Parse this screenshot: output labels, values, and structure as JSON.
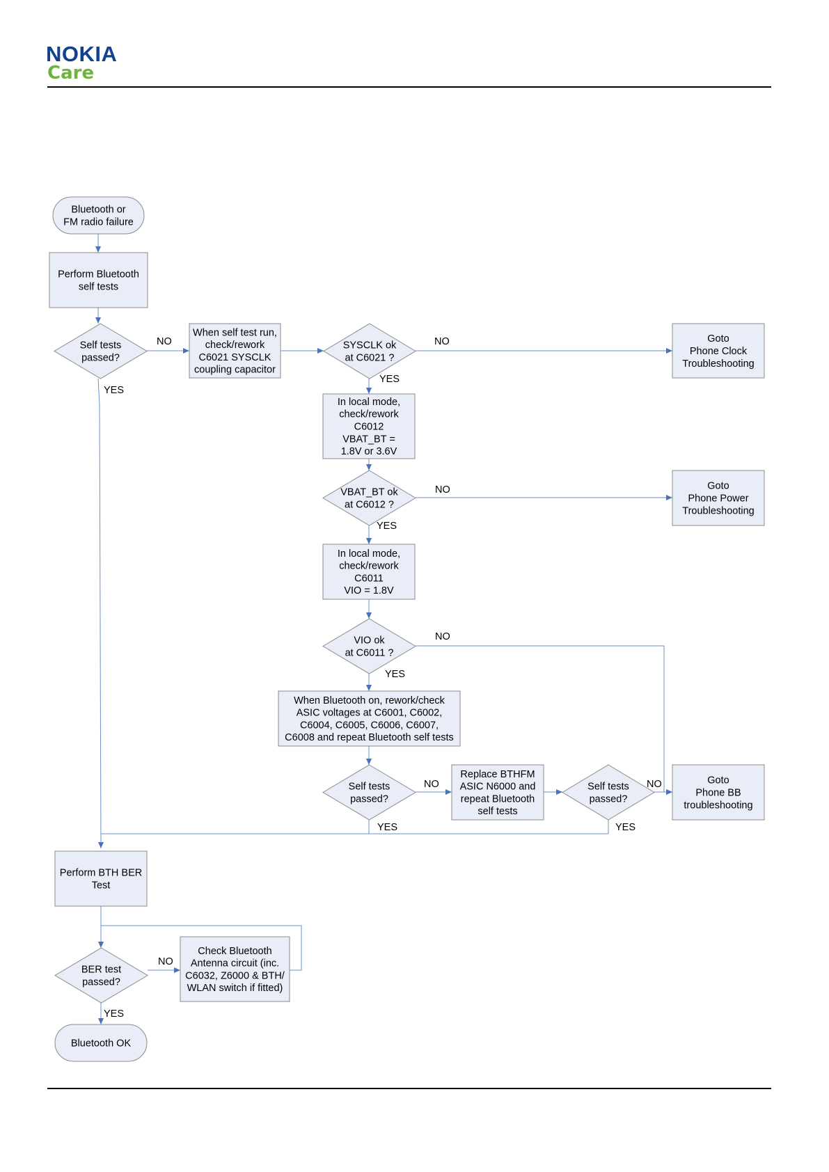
{
  "header": {
    "logo_nokia": "NOKIA",
    "logo_care": "Care"
  },
  "colors": {
    "brand_blue": "#124191",
    "brand_green": "#6cb33f",
    "node_fill": "#e8edf7",
    "connector": "#6d8fc4"
  },
  "flowchart": {
    "nodes": [
      {
        "id": "start",
        "shape": "terminal",
        "lines": [
          "Bluetooth or",
          "FM radio failure"
        ]
      },
      {
        "id": "perform_self_tests",
        "shape": "process",
        "lines": [
          "Perform Bluetooth",
          "self tests"
        ]
      },
      {
        "id": "self_tests_passed_1",
        "shape": "decision",
        "lines": [
          "Self tests",
          "passed?"
        ]
      },
      {
        "id": "check_c6021",
        "shape": "process",
        "lines": [
          "When self test run,",
          "check/rework",
          "C6021 SYSCLK",
          "coupling capacitor"
        ]
      },
      {
        "id": "sysclk_ok",
        "shape": "decision",
        "lines": [
          "SYSCLK ok",
          "at C6021 ?"
        ]
      },
      {
        "id": "goto_clock",
        "shape": "process",
        "lines": [
          "Goto",
          "Phone Clock",
          "Troubleshooting"
        ]
      },
      {
        "id": "check_c6012",
        "shape": "process",
        "lines": [
          "In local mode,",
          "check/rework",
          "C6012",
          "VBAT_BT =",
          "1.8V or 3.6V"
        ]
      },
      {
        "id": "vbat_ok",
        "shape": "decision",
        "lines": [
          "VBAT_BT ok",
          "at C6012 ?"
        ]
      },
      {
        "id": "goto_power",
        "shape": "process",
        "lines": [
          "Goto",
          "Phone Power",
          "Troubleshooting"
        ]
      },
      {
        "id": "check_c6011",
        "shape": "process",
        "lines": [
          "In local mode,",
          "check/rework",
          "C6011",
          "VIO = 1.8V"
        ]
      },
      {
        "id": "vio_ok",
        "shape": "decision",
        "lines": [
          "VIO ok",
          "at C6011 ?"
        ]
      },
      {
        "id": "asic_voltages",
        "shape": "process",
        "lines": [
          "When Bluetooth on, rework/check",
          "ASIC voltages at C6001, C6002,",
          "C6004, C6005, C6006, C6007,",
          "C6008 and repeat Bluetooth self tests"
        ]
      },
      {
        "id": "self_tests_passed_2",
        "shape": "decision",
        "lines": [
          "Self tests",
          "passed?"
        ]
      },
      {
        "id": "replace_asic",
        "shape": "process",
        "lines": [
          "Replace BTHFM",
          "ASIC N6000 and",
          "repeat Bluetooth",
          "self tests"
        ]
      },
      {
        "id": "self_tests_passed_3",
        "shape": "decision",
        "lines": [
          "Self tests",
          "passed?"
        ]
      },
      {
        "id": "goto_bb",
        "shape": "process",
        "lines": [
          "Goto",
          "Phone BB",
          "troubleshooting"
        ]
      },
      {
        "id": "ber_test",
        "shape": "process",
        "lines": [
          "Perform BTH BER",
          "Test"
        ]
      },
      {
        "id": "ber_passed",
        "shape": "decision",
        "lines": [
          "BER test",
          "passed?"
        ]
      },
      {
        "id": "check_antenna",
        "shape": "process",
        "lines": [
          "Check Bluetooth",
          "Antenna circuit (inc.",
          "C6032, Z6000 & BTH/",
          "WLAN switch if fitted)"
        ]
      },
      {
        "id": "bt_ok",
        "shape": "terminal",
        "lines": [
          "Bluetooth OK"
        ]
      }
    ],
    "edges": [
      {
        "from": "start",
        "to": "perform_self_tests",
        "label": ""
      },
      {
        "from": "perform_self_tests",
        "to": "self_tests_passed_1",
        "label": ""
      },
      {
        "from": "self_tests_passed_1",
        "to": "check_c6021",
        "label": "NO"
      },
      {
        "from": "self_tests_passed_1",
        "to": "ber_test",
        "label": "YES"
      },
      {
        "from": "check_c6021",
        "to": "sysclk_ok",
        "label": ""
      },
      {
        "from": "sysclk_ok",
        "to": "goto_clock",
        "label": "NO"
      },
      {
        "from": "sysclk_ok",
        "to": "check_c6012",
        "label": "YES"
      },
      {
        "from": "check_c6012",
        "to": "vbat_ok",
        "label": ""
      },
      {
        "from": "vbat_ok",
        "to": "goto_power",
        "label": "NO"
      },
      {
        "from": "vbat_ok",
        "to": "check_c6011",
        "label": "YES"
      },
      {
        "from": "check_c6011",
        "to": "vio_ok",
        "label": ""
      },
      {
        "from": "vio_ok",
        "to": "goto_bb",
        "label": "NO"
      },
      {
        "from": "vio_ok",
        "to": "asic_voltages",
        "label": "YES"
      },
      {
        "from": "asic_voltages",
        "to": "self_tests_passed_2",
        "label": ""
      },
      {
        "from": "self_tests_passed_2",
        "to": "replace_asic",
        "label": "NO"
      },
      {
        "from": "self_tests_passed_2",
        "to": "ber_test",
        "label": "YES"
      },
      {
        "from": "replace_asic",
        "to": "self_tests_passed_3",
        "label": ""
      },
      {
        "from": "self_tests_passed_3",
        "to": "goto_bb",
        "label": "NO"
      },
      {
        "from": "self_tests_passed_3",
        "to": "ber_test",
        "label": "YES"
      },
      {
        "from": "ber_test",
        "to": "ber_passed",
        "label": ""
      },
      {
        "from": "ber_passed",
        "to": "check_antenna",
        "label": "NO"
      },
      {
        "from": "check_antenna",
        "to": "ber_passed",
        "label": ""
      },
      {
        "from": "ber_passed",
        "to": "bt_ok",
        "label": "YES"
      }
    ]
  }
}
